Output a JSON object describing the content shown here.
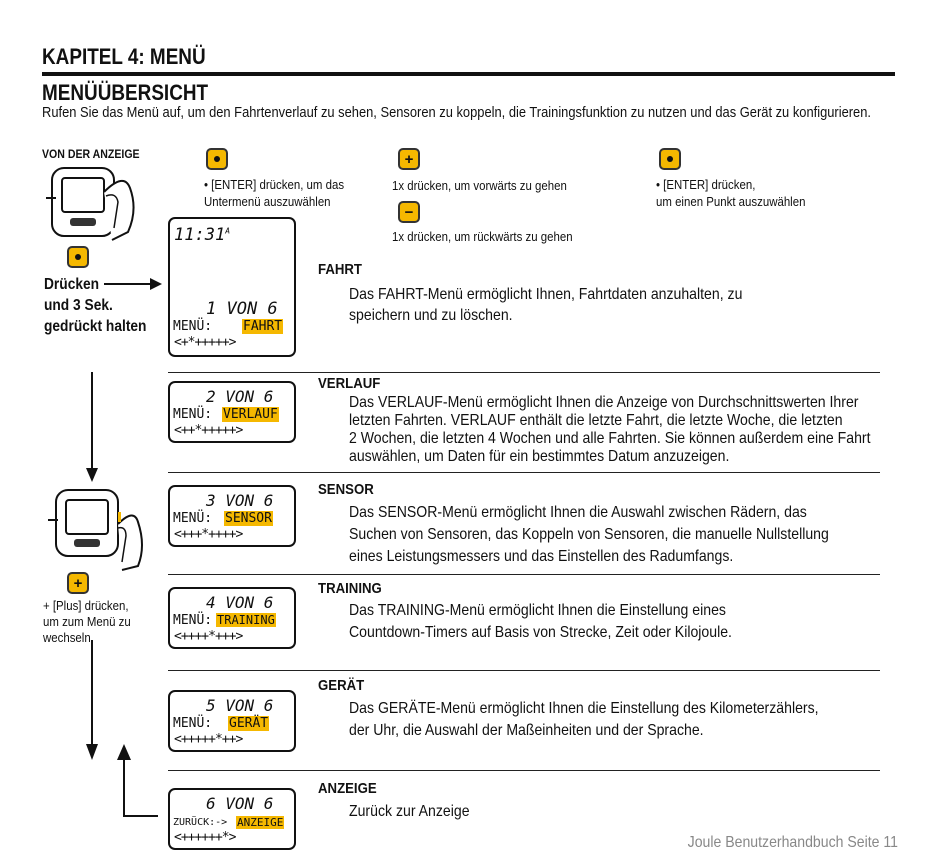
{
  "header": {
    "chapter": "KAPITEL 4: MENÜ",
    "section": "MENÜÜBERSICHT",
    "intro": "Rufen Sie das Menü auf, um den Fahrtenverlauf zu sehen, Sensoren zu koppeln, die Trainingsfunktion zu nutzen und das Gerät zu konfigurieren."
  },
  "left": {
    "from_display": "VON DER ANZEIGE",
    "press_line1": "Drücken",
    "press_line2": "und 3 Sek.",
    "press_line3": "gedrückt halten",
    "plus_caption_1": "+ [Plus] drücken,",
    "plus_caption_2": "um zum Menü zu",
    "plus_caption_3": "wechseln"
  },
  "legend": {
    "enter_sub_1": "• [ENTER] drücken, um das",
    "enter_sub_2": "Untermenü auszuwählen",
    "plus_forward": "1x drücken, um vorwärts zu gehen",
    "minus_back": "1x drücken, um rückwärts zu gehen",
    "enter_item_1": "• [ENTER] drücken,",
    "enter_item_2": "um einen Punkt auszuwählen"
  },
  "screens": [
    {
      "clock": "11:31",
      "clock_sup": "A",
      "counter": "1 VON 6",
      "label": "MENÜ:",
      "value": "FAHRT"
    },
    {
      "counter": "2 VON 6",
      "label": "MENÜ:",
      "value": "VERLAUF"
    },
    {
      "counter": "3 VON 6",
      "label": "MENÜ:",
      "value": "SENSOR"
    },
    {
      "counter": "4 VON 6",
      "label": "MENÜ:",
      "value": "TRAINING"
    },
    {
      "counter": "5 VON 6",
      "label": "MENÜ:",
      "value": "GERÄT"
    },
    {
      "counter": "6 VON 6",
      "label": "ZURÜCK:->",
      "value": "ANZEIGE"
    }
  ],
  "menus": [
    {
      "title": "FAHRT",
      "lines": [
        "Das FAHRT-Menü ermöglicht Ihnen, Fahrtdaten anzuhalten, zu",
        "speichern und zu löschen."
      ]
    },
    {
      "title": "VERLAUF",
      "lines": [
        "Das VERLAUF-Menü ermöglicht Ihnen die Anzeige von Durchschnittswerten Ihrer",
        "letzten Fahrten. VERLAUF enthält die letzte Fahrt, die letzte Woche, die letzten",
        "2 Wochen, die letzten 4 Wochen und alle Fahrten. Sie können außerdem eine Fahrt",
        "auswählen, um Daten für ein bestimmtes Datum anzuzeigen."
      ]
    },
    {
      "title": "SENSOR",
      "lines": [
        "Das SENSOR-Menü ermöglicht Ihnen die Auswahl zwischen Rädern, das",
        "Suchen von Sensoren, das Koppeln von Sensoren, die manuelle Nullstellung",
        "eines Leistungsmessers und das Einstellen des Radumfangs."
      ]
    },
    {
      "title": "TRAINING",
      "lines": [
        "Das TRAINING-Menü ermöglicht Ihnen die Einstellung eines",
        "Countdown-Timers auf Basis von Strecke, Zeit oder Kilojoule."
      ]
    },
    {
      "title": "GERÄT",
      "lines": [
        "Das GERÄTE-Menü ermöglicht Ihnen die Einstellung des Kilometerzählers,",
        "der Uhr, die Auswahl der Maßeinheiten und der Sprache."
      ]
    },
    {
      "title": "ANZEIGE",
      "lines": [
        "Zurück zur Anzeige"
      ]
    }
  ],
  "footer": "Joule Benutzerhandbuch Seite 11",
  "colors": {
    "accent": "#f5b800"
  }
}
